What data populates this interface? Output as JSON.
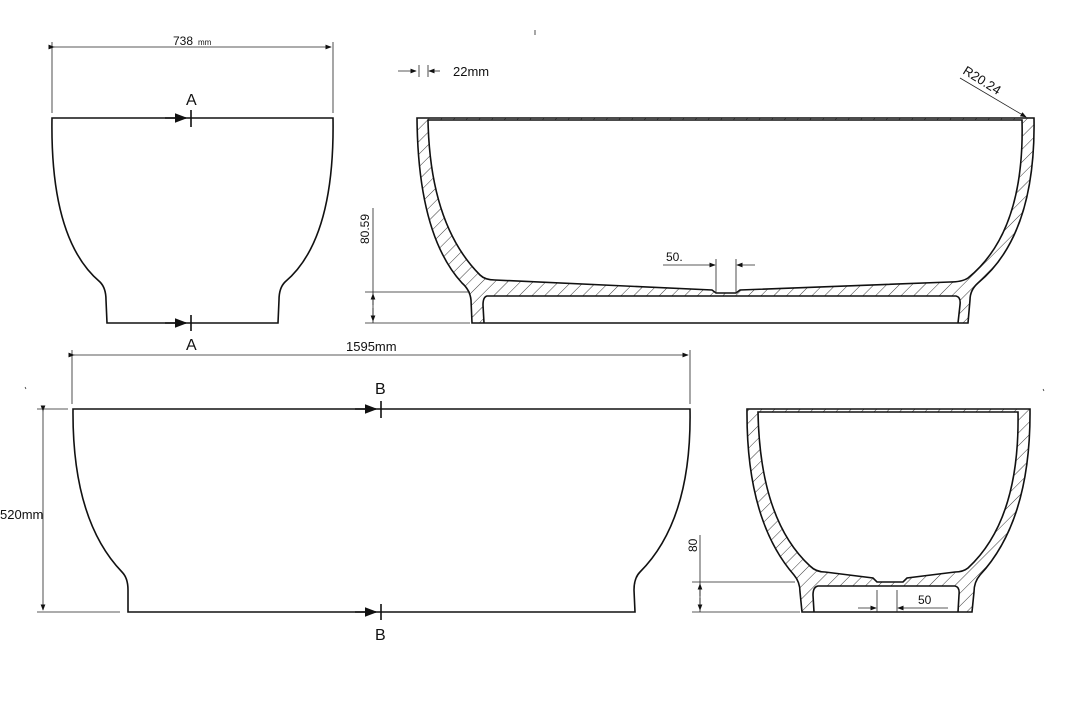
{
  "drawing": {
    "end_view": {
      "width_value": "738",
      "width_unit": "mm",
      "section_label_top": "A",
      "section_label_bottom": "A"
    },
    "section_long": {
      "wall_thickness": "22mm",
      "rim_radius": "R20.24",
      "floor_height": "80.59",
      "drain_diameter": "50."
    },
    "front_view": {
      "length": "1595mm",
      "height": "520mm",
      "section_label_top": "B",
      "section_label_bottom": "B"
    },
    "section_cross": {
      "floor_height": "80",
      "drain_diameter": "50"
    }
  }
}
